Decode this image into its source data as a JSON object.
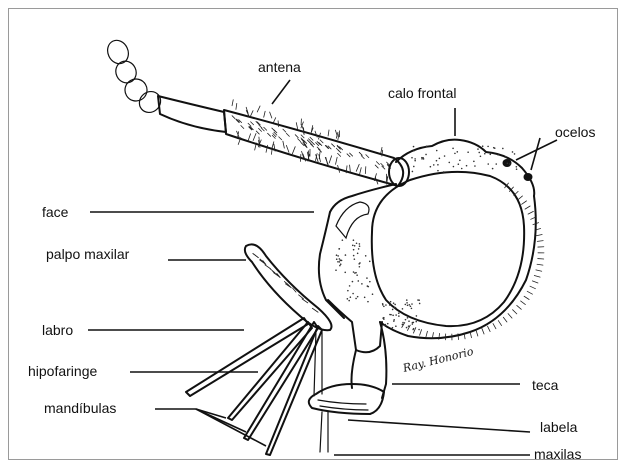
{
  "figure": {
    "signature": "Ray. Honorio",
    "labels": {
      "antena": "antena",
      "calo_frontal": "calo frontal",
      "ocelos": "ocelos",
      "face": "face",
      "palpo_maxilar": "palpo maxilar",
      "labro": "labro",
      "hipofaringe": "hipofaringe",
      "mandibulas": "mandíbulas",
      "teca": "teca",
      "labela": "labela",
      "maxilas": "maxilas"
    }
  }
}
